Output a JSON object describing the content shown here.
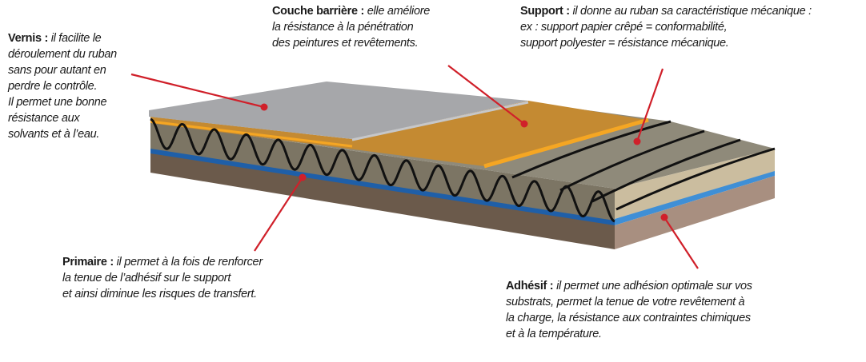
{
  "colors": {
    "varnish": "#a6a7aa",
    "varnish_edge": "#c6c7c9",
    "barrier": "#c48a32",
    "barrier_edge": "#f5a623",
    "support_top": "#8f8a7a",
    "support_side": "#7c7564",
    "support_end": "#cbbd9f",
    "primer": "#1f5fa8",
    "primer_end": "#3f8fd6",
    "adhesive_side": "#6b5a4b",
    "adhesive_end": "#a88f80",
    "wave": "#111111",
    "leader": "#d0202a"
  },
  "labels": {
    "vernis": {
      "term": "Vernis",
      "sep": " : ",
      "lines": [
        "il facilite le",
        "déroulement du ruban",
        "sans pour autant en",
        "perdre le contrôle.",
        "Il permet une bonne",
        "résistance aux",
        "solvants et à l’eau."
      ]
    },
    "couche": {
      "term": "Couche barrière",
      "sep": " : ",
      "lines": [
        "elle améliore",
        "la résistance à la pénétration",
        "des peintures et revêtements."
      ]
    },
    "support": {
      "term": "Support",
      "sep": " : ",
      "lines": [
        "il donne au ruban sa caractéristique mécanique :",
        "ex : support papier crêpé = conformabilité,",
        "support polyester = résistance mécanique."
      ]
    },
    "primaire": {
      "term": "Primaire",
      "sep": " : ",
      "lines": [
        "il permet à la fois de renforcer",
        "la tenue de l’adhésif sur le support",
        "et ainsi diminue les risques de transfert."
      ]
    },
    "adhesif": {
      "term": "Adhésif",
      "sep": " : ",
      "lines": [
        "il permet une adhésion optimale sur vos",
        "substrats, permet la tenue de votre revêtement à",
        "la charge, la résistance aux contraintes chimiques",
        "et à la température."
      ]
    }
  }
}
